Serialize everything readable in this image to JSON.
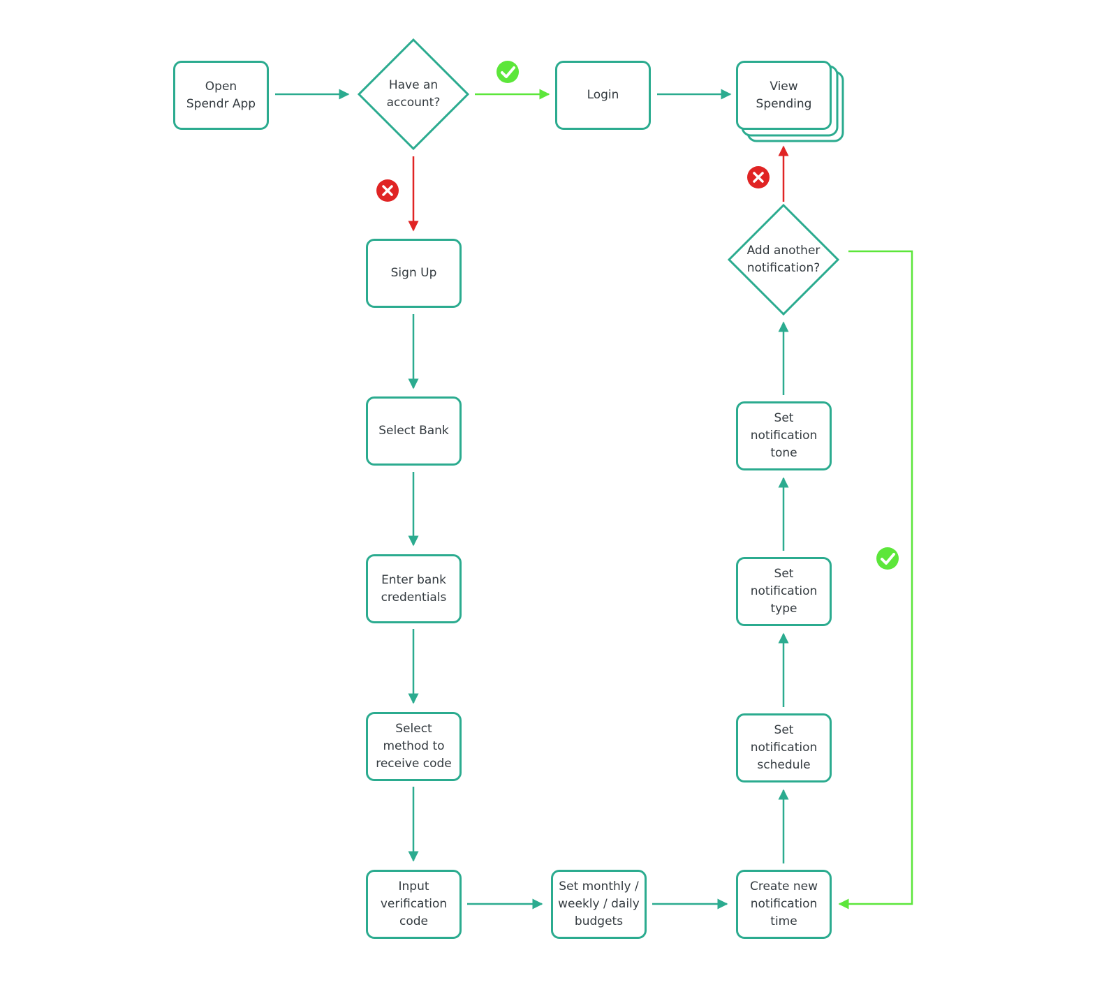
{
  "colors": {
    "node_border": "#2bab8f",
    "flow_arrow": "#2bab8f",
    "yes_arrow": "#5ce63a",
    "no_arrow": "#e02424",
    "text": "#333a3f",
    "background": "#ffffff"
  },
  "nodes": {
    "open_app": "Open\nSpendr App",
    "have_account": "Have an\naccount?",
    "login": "Login",
    "view_spending": "View\nSpending",
    "sign_up": "Sign Up",
    "select_bank": "Select Bank",
    "enter_credentials": "Enter bank\ncredentials",
    "select_method": "Select\nmethod to\nreceive code",
    "input_code": "Input\nverification\ncode",
    "set_budgets": "Set monthly /\nweekly / daily\nbudgets",
    "create_notification": "Create new\nnotification\ntime",
    "set_schedule": "Set\nnotification\nschedule",
    "set_type": "Set\nnotification\ntype",
    "set_tone": "Set\nnotification\ntone",
    "add_another": "Add another\nnotification?"
  },
  "icons": {
    "yes": "check-circle-icon",
    "no": "x-circle-icon"
  }
}
